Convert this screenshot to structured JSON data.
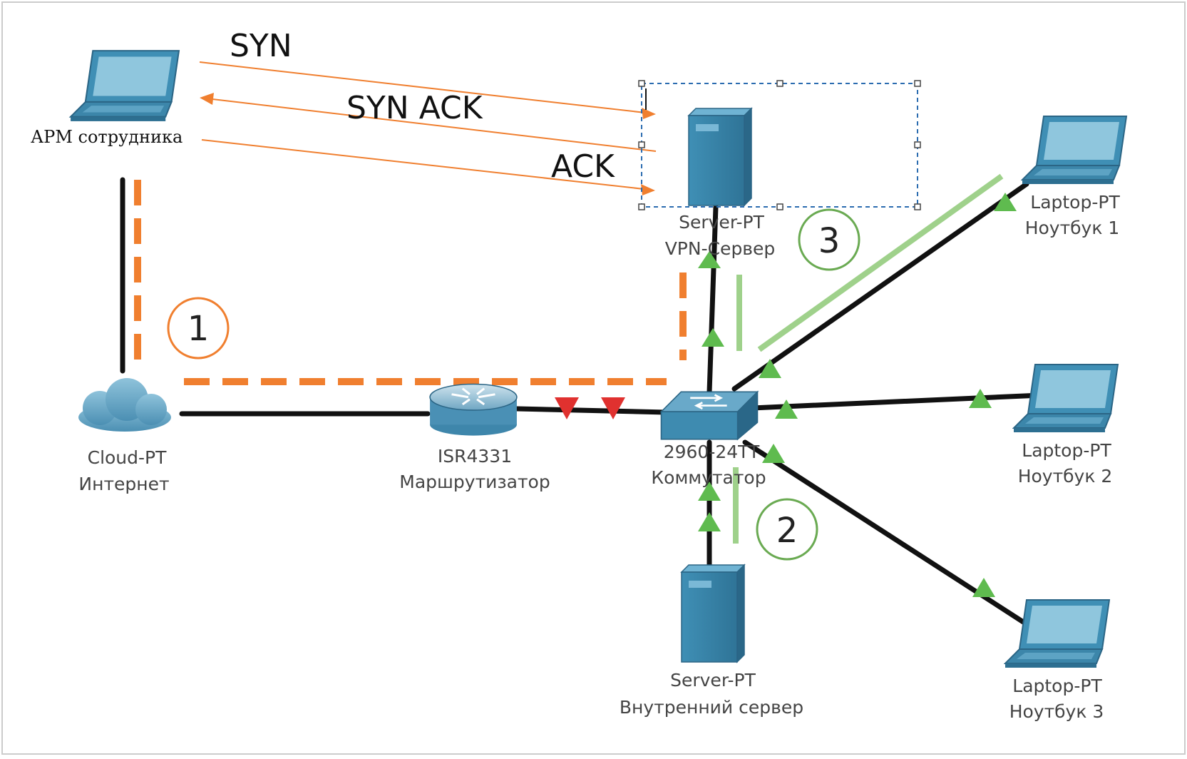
{
  "handshake": {
    "syn": "SYN",
    "syn_ack": "SYN ACK",
    "ack": "ACK"
  },
  "devices": {
    "arm": {
      "name": "АРМ сотрудника"
    },
    "cloud": {
      "model": "Cloud-PT",
      "name": "Интернет"
    },
    "router": {
      "model": "ISR4331",
      "name": "Маршрутизатор"
    },
    "switch": {
      "model": "2960-24TT",
      "name": "Коммутатор"
    },
    "vpn_server": {
      "model": "Server-PT",
      "name": "VPN-Сервер"
    },
    "internal_server": {
      "model": "Server-PT",
      "name": "Внутренний сервер"
    },
    "laptop1": {
      "model": "Laptop-PT",
      "name": "Ноутбук 1"
    },
    "laptop2": {
      "model": "Laptop-PT",
      "name": "Ноутбук 2"
    },
    "laptop3": {
      "model": "Laptop-PT",
      "name": "Ноутбук 3"
    }
  },
  "steps": {
    "one": "1",
    "two": "2",
    "three": "3"
  },
  "colors": {
    "link": "#111111",
    "orange_path": "#f07f2f",
    "green_path": "#9fd18b",
    "arrow_up": "#5fbb4f",
    "arrow_down": "#e0312f",
    "step1_circle": "#f07f2f",
    "step23_circle": "#6aaa52",
    "device_blue": "#3d86a8",
    "selection": "#2b6cb0"
  }
}
